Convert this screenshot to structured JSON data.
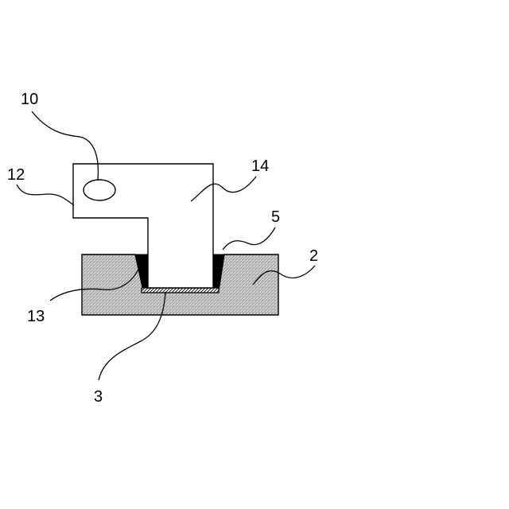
{
  "figure": {
    "colors": {
      "line": "#000000",
      "background": "#ffffff",
      "base_fill": "#d8d8d8",
      "weld_fill": "#000000"
    },
    "labels": {
      "ref_10": "10",
      "ref_12": "12",
      "ref_14": "14",
      "ref_5": "5",
      "ref_2": "2",
      "ref_13": "13",
      "ref_3": "3"
    }
  }
}
